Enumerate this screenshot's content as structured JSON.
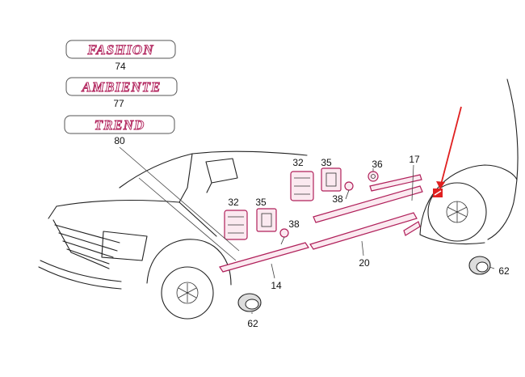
{
  "badges": [
    {
      "text": "FASHION",
      "number": "74"
    },
    {
      "text": "AMBIENTE",
      "number": "77"
    },
    {
      "text": "TREND",
      "number": "80"
    }
  ],
  "callouts": {
    "c32a": "32",
    "c35a": "35",
    "c36": "36",
    "c17": "17",
    "c38a": "38",
    "c32b": "32",
    "c35b": "35",
    "c38b": "38",
    "c20": "20",
    "c14": "14",
    "c62a": "62",
    "c62b": "62"
  },
  "colors": {
    "accent": "#b0205a",
    "arrow": "#e02020",
    "line": "#222222"
  }
}
